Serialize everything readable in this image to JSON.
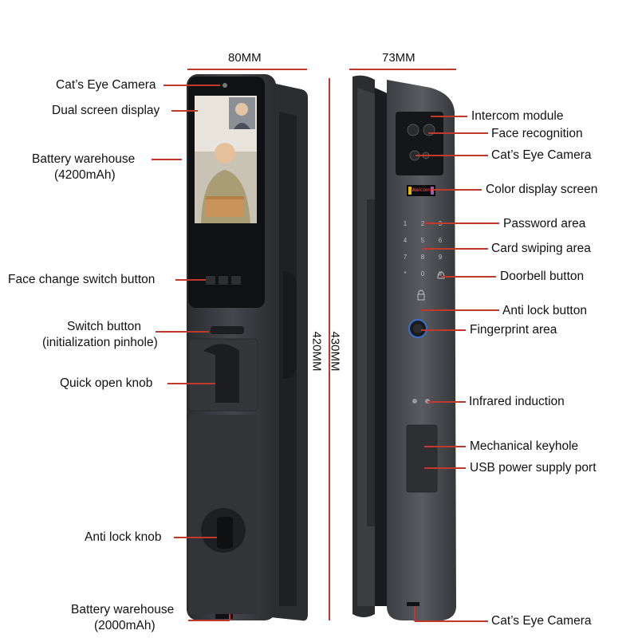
{
  "dimensions": {
    "front_width": "80MM",
    "side_width": "73MM",
    "height_inner": "420MM",
    "height_outer": "430MM"
  },
  "front_labels": {
    "cats_eye_camera": "Cat’s Eye Camera",
    "dual_screen_display": "Dual screen display",
    "battery_warehouse_large": "Battery warehouse",
    "battery_warehouse_large_capacity": "(4200mAh)",
    "face_change_switch_button": "Face change switch button",
    "switch_button": "Switch button",
    "switch_button_note": "(initialization pinhole)",
    "quick_open_knob": "Quick open knob",
    "anti_lock_knob": "Anti lock knob",
    "battery_warehouse_small": "Battery warehouse",
    "battery_warehouse_small_capacity": "(2000mAh)"
  },
  "side_labels": {
    "intercom_module": "Intercom module",
    "face_recognition": "Face recognition",
    "cats_eye_camera": "Cat’s Eye Camera",
    "color_display_screen": "Color display screen",
    "password_area": "Password area",
    "card_swiping_area": "Card swiping area",
    "doorbell_button": "Doorbell button",
    "anti_lock_button": "Anti lock button",
    "fingerprint_area": "Fingerprint area",
    "infrared_induction": "Infrared induction",
    "mechanical_keyhole": "Mechanical keyhole",
    "usb_power_supply_port": "USB power supply port",
    "cats_eye_camera_bottom": "Cat’s Eye Camera"
  },
  "screen_text": {
    "welcome": "Welcome"
  },
  "keypad": [
    "1",
    "2",
    "3",
    "4",
    "5",
    "6",
    "7",
    "8",
    "9",
    "*",
    "0",
    "#"
  ],
  "colors": {
    "leader_line": "#c0392b",
    "lock_body": "#3a3b3f",
    "lock_edge": "#55575c"
  }
}
